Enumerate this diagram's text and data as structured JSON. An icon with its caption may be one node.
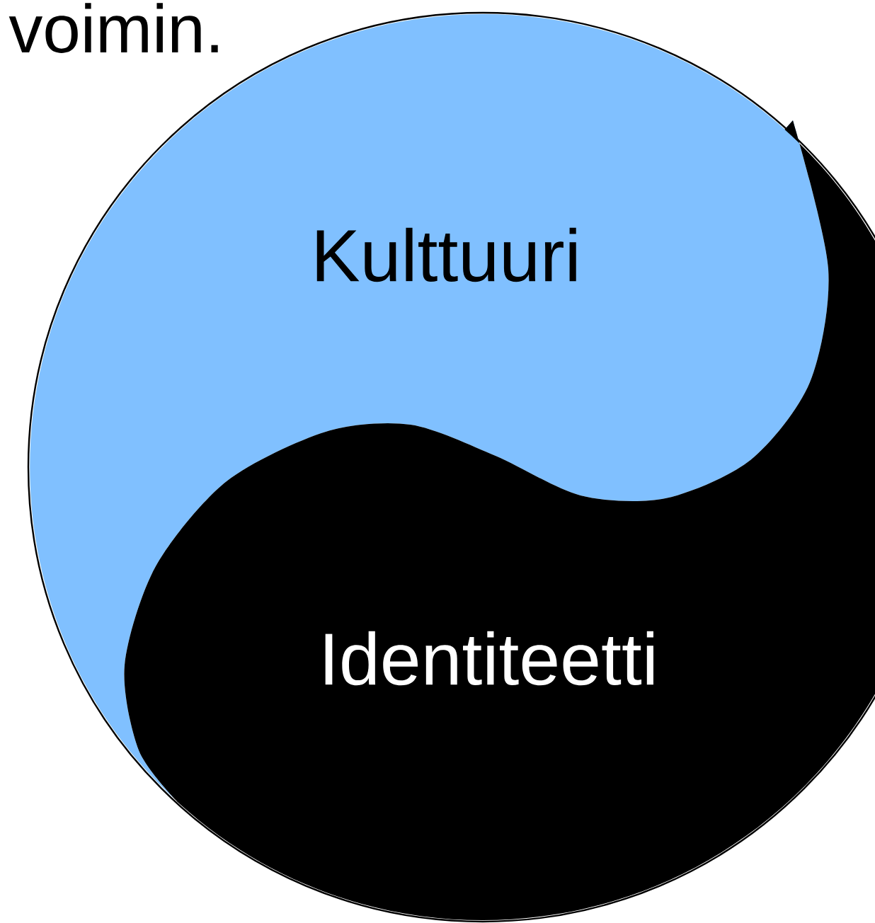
{
  "diagram": {
    "nodes": [
      {
        "text": [
          "Kulttuuri"
        ]
      },
      {
        "text": [
          "Identiteetti"
        ]
      }
    ],
    "labels": [
      "voimin."
    ]
  }
}
